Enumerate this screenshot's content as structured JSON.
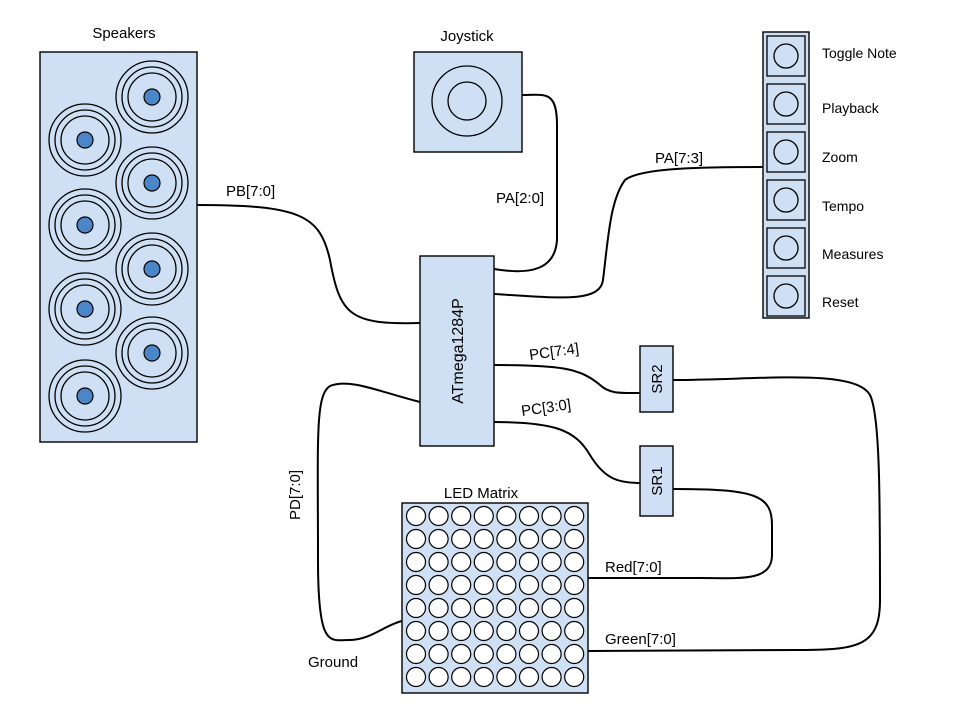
{
  "labels": {
    "speakers": "Speakers",
    "joystick": "Joystick",
    "mcu": "ATmega1284P",
    "sr2": "SR2",
    "sr1": "SR1",
    "led_matrix": "LED Matrix",
    "ground": "Ground"
  },
  "wires": {
    "pb": "PB[7:0]",
    "pa_low": "PA[2:0]",
    "pa_high": "PA[7:3]",
    "pc_high": "PC[7:4]",
    "pc_low": "PC[3:0]",
    "pd": "PD[7:0]",
    "red": "Red[7:0]",
    "green": "Green[7:0]"
  },
  "buttons": [
    "Toggle Note",
    "Playback",
    "Zoom",
    "Tempo",
    "Measures",
    "Reset"
  ],
  "led_matrix_size": {
    "rows": 8,
    "cols": 8
  },
  "speaker_count": 8,
  "colors": {
    "box_fill": "#cfe0f4",
    "speaker_core": "#4a86c8"
  }
}
